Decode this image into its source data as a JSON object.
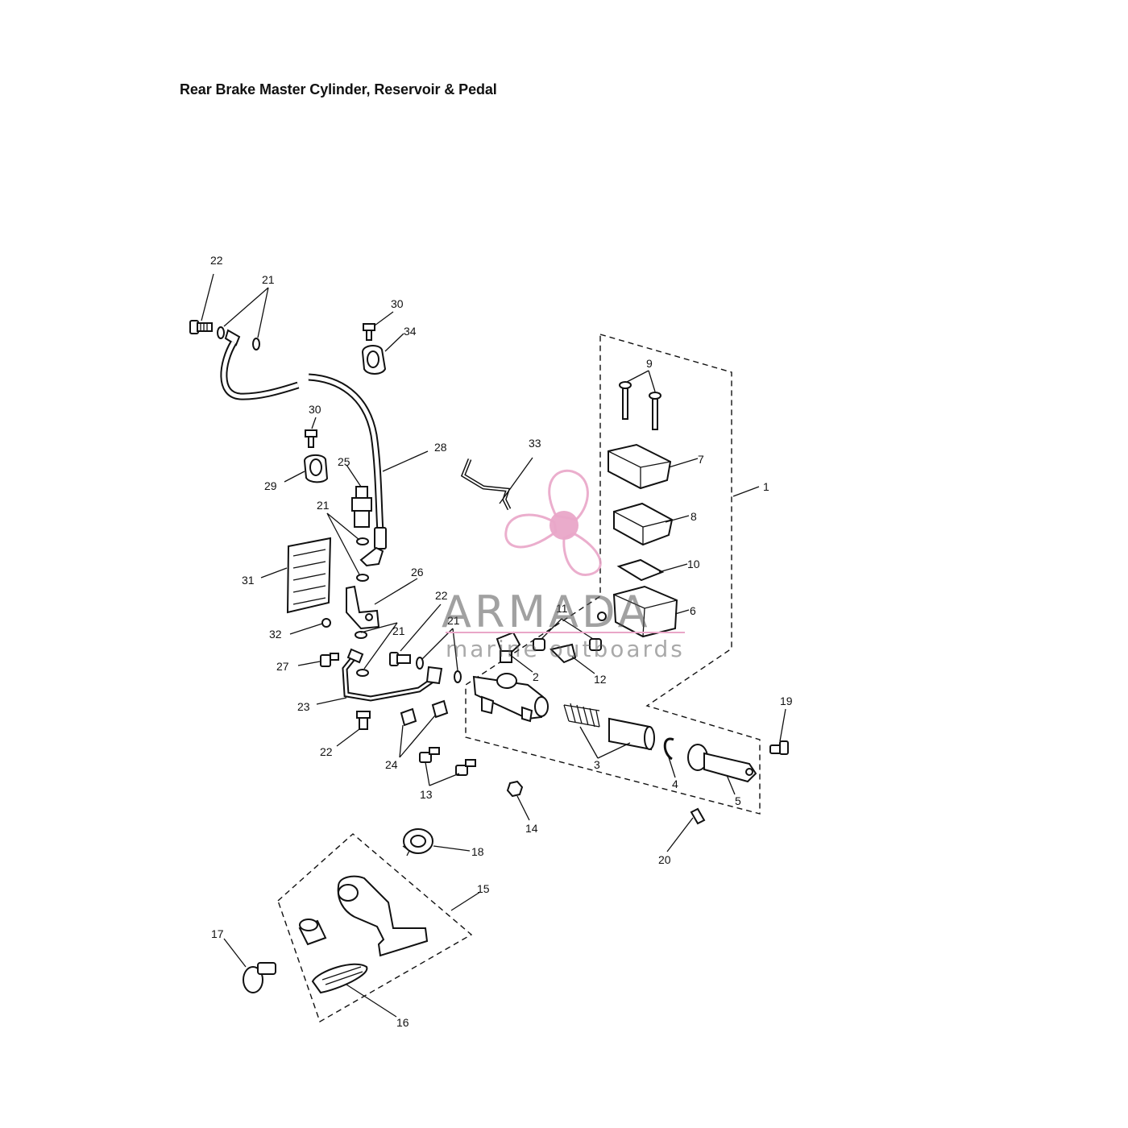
{
  "title": "Rear Brake Master Cylinder, Reservoir & Pedal",
  "watermark": {
    "brand": "ARMADA",
    "tagline": "marine outboards",
    "accent_color": "#e9a6c8",
    "icon": "propeller-icon"
  },
  "callouts": {
    "c1": "1",
    "c2": "2",
    "c3": "3",
    "c4": "4",
    "c5": "5",
    "c6": "6",
    "c7": "7",
    "c8": "8",
    "c9": "9",
    "c10": "10",
    "c11": "11",
    "c12": "12",
    "c13": "13",
    "c14": "14",
    "c15": "15",
    "c16": "16",
    "c17": "17",
    "c18": "18",
    "c19": "19",
    "c20": "20",
    "c21a": "21",
    "c21b": "21",
    "c21c": "21",
    "c21d": "21",
    "c22a": "22",
    "c22b": "22",
    "c22c": "22",
    "c23": "23",
    "c24": "24",
    "c25": "25",
    "c26": "26",
    "c27": "27",
    "c28": "28",
    "c29": "29",
    "c30a": "30",
    "c30b": "30",
    "c31": "31",
    "c32": "32",
    "c33": "33",
    "c34": "34"
  }
}
